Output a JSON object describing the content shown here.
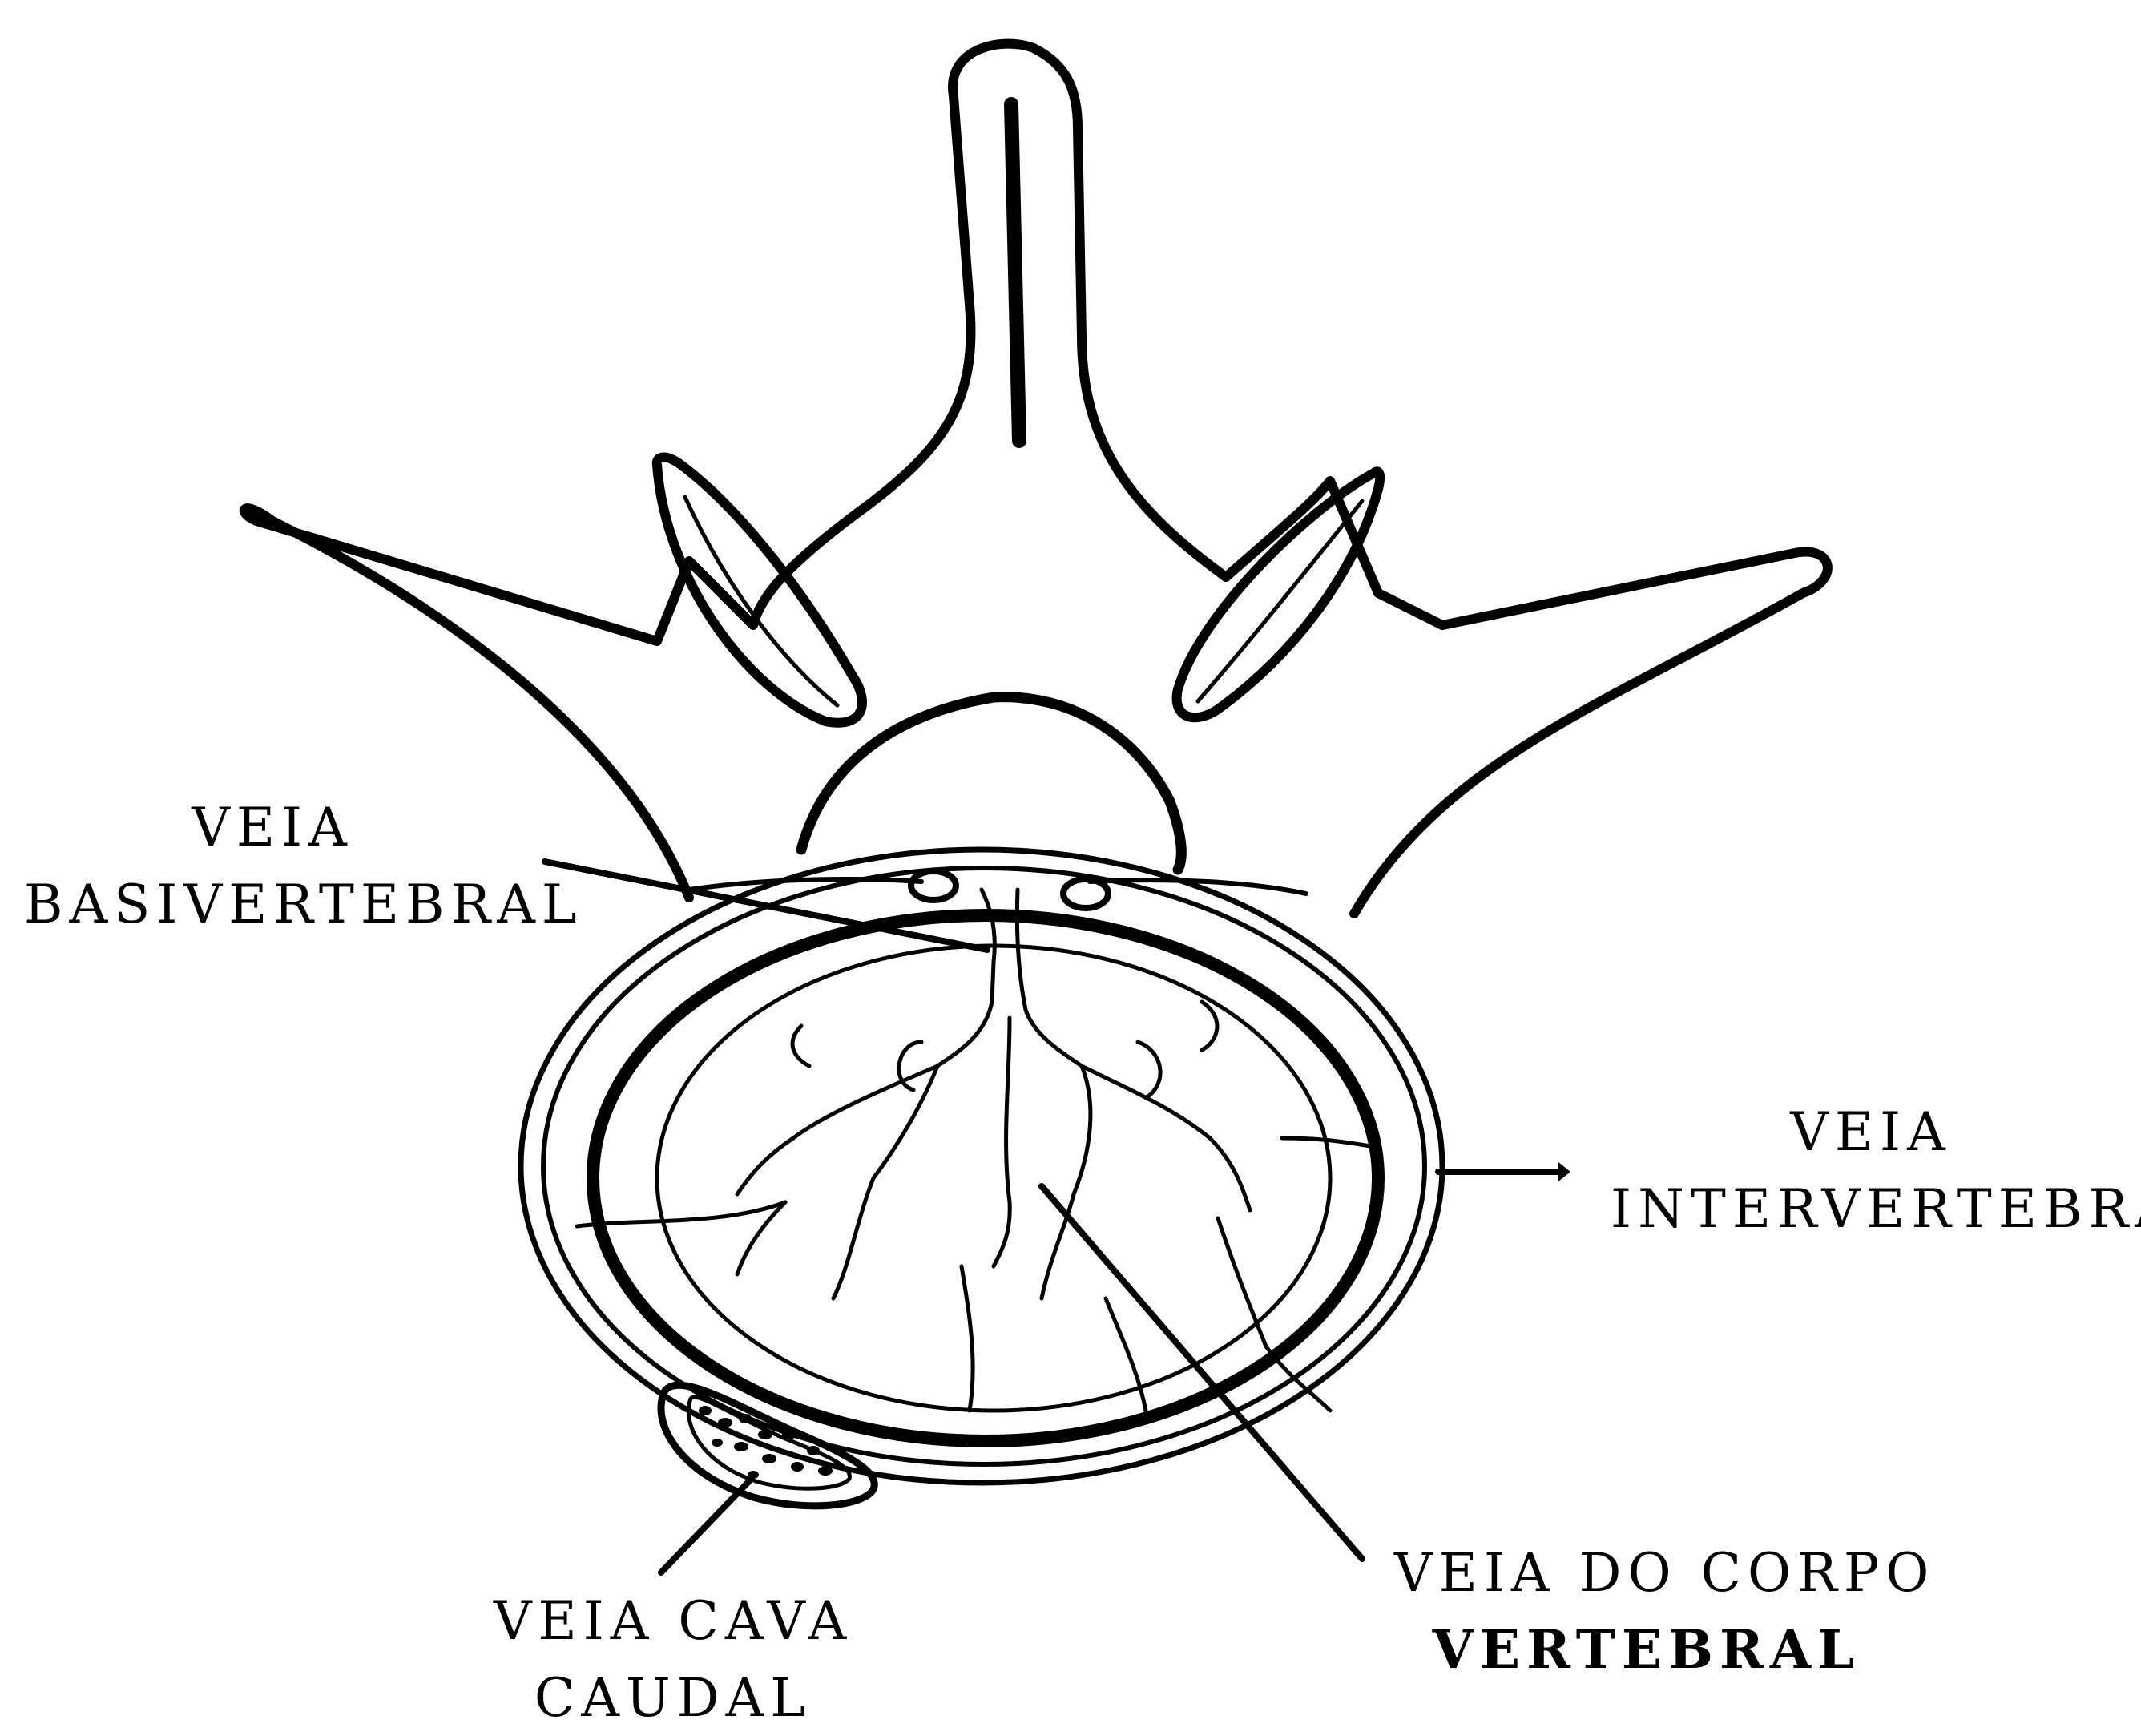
{
  "labels": {
    "basivertebral": {
      "line1": "VEIA",
      "line2": "BASIVERTEBRAL"
    },
    "intervertebral": {
      "line1": "VEIA",
      "line2": "INTERVERTEBRAL"
    },
    "cava_caudal": {
      "line1": "VEIA CAVA",
      "line2": "CAUDAL"
    },
    "corpo_vertebral": {
      "line1": "VEIA DO CORPO",
      "line2": "VERTEBRAL"
    }
  },
  "colors": {
    "ink": "#000000",
    "paper": "#ffffff"
  }
}
